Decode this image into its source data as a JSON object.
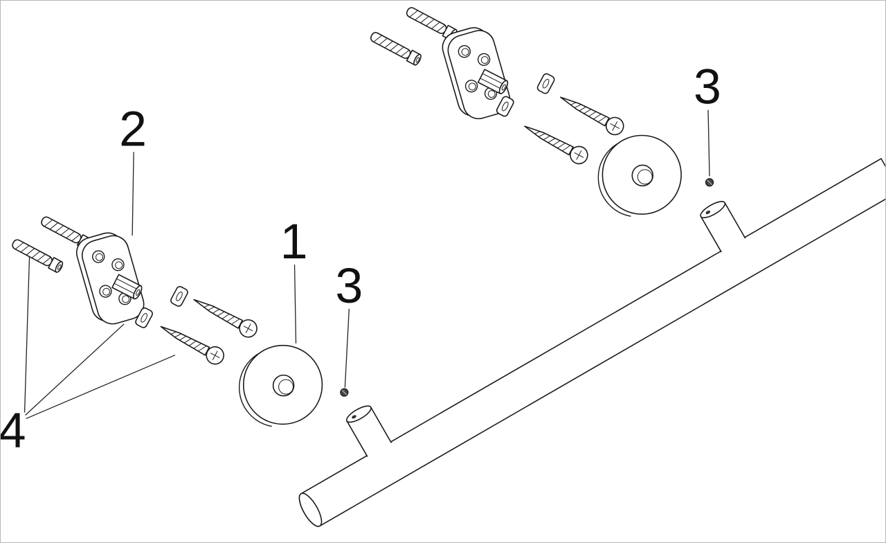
{
  "diagram": {
    "background": "#ffffff",
    "line_color": "#1a1a1a",
    "border_color": "#b8b8b8",
    "callout_labels": {
      "escutcheon": "1",
      "mounting_bracket": "2",
      "set_screw_left": "3",
      "set_screw_right": "3",
      "hardware_kit": "4"
    }
  }
}
